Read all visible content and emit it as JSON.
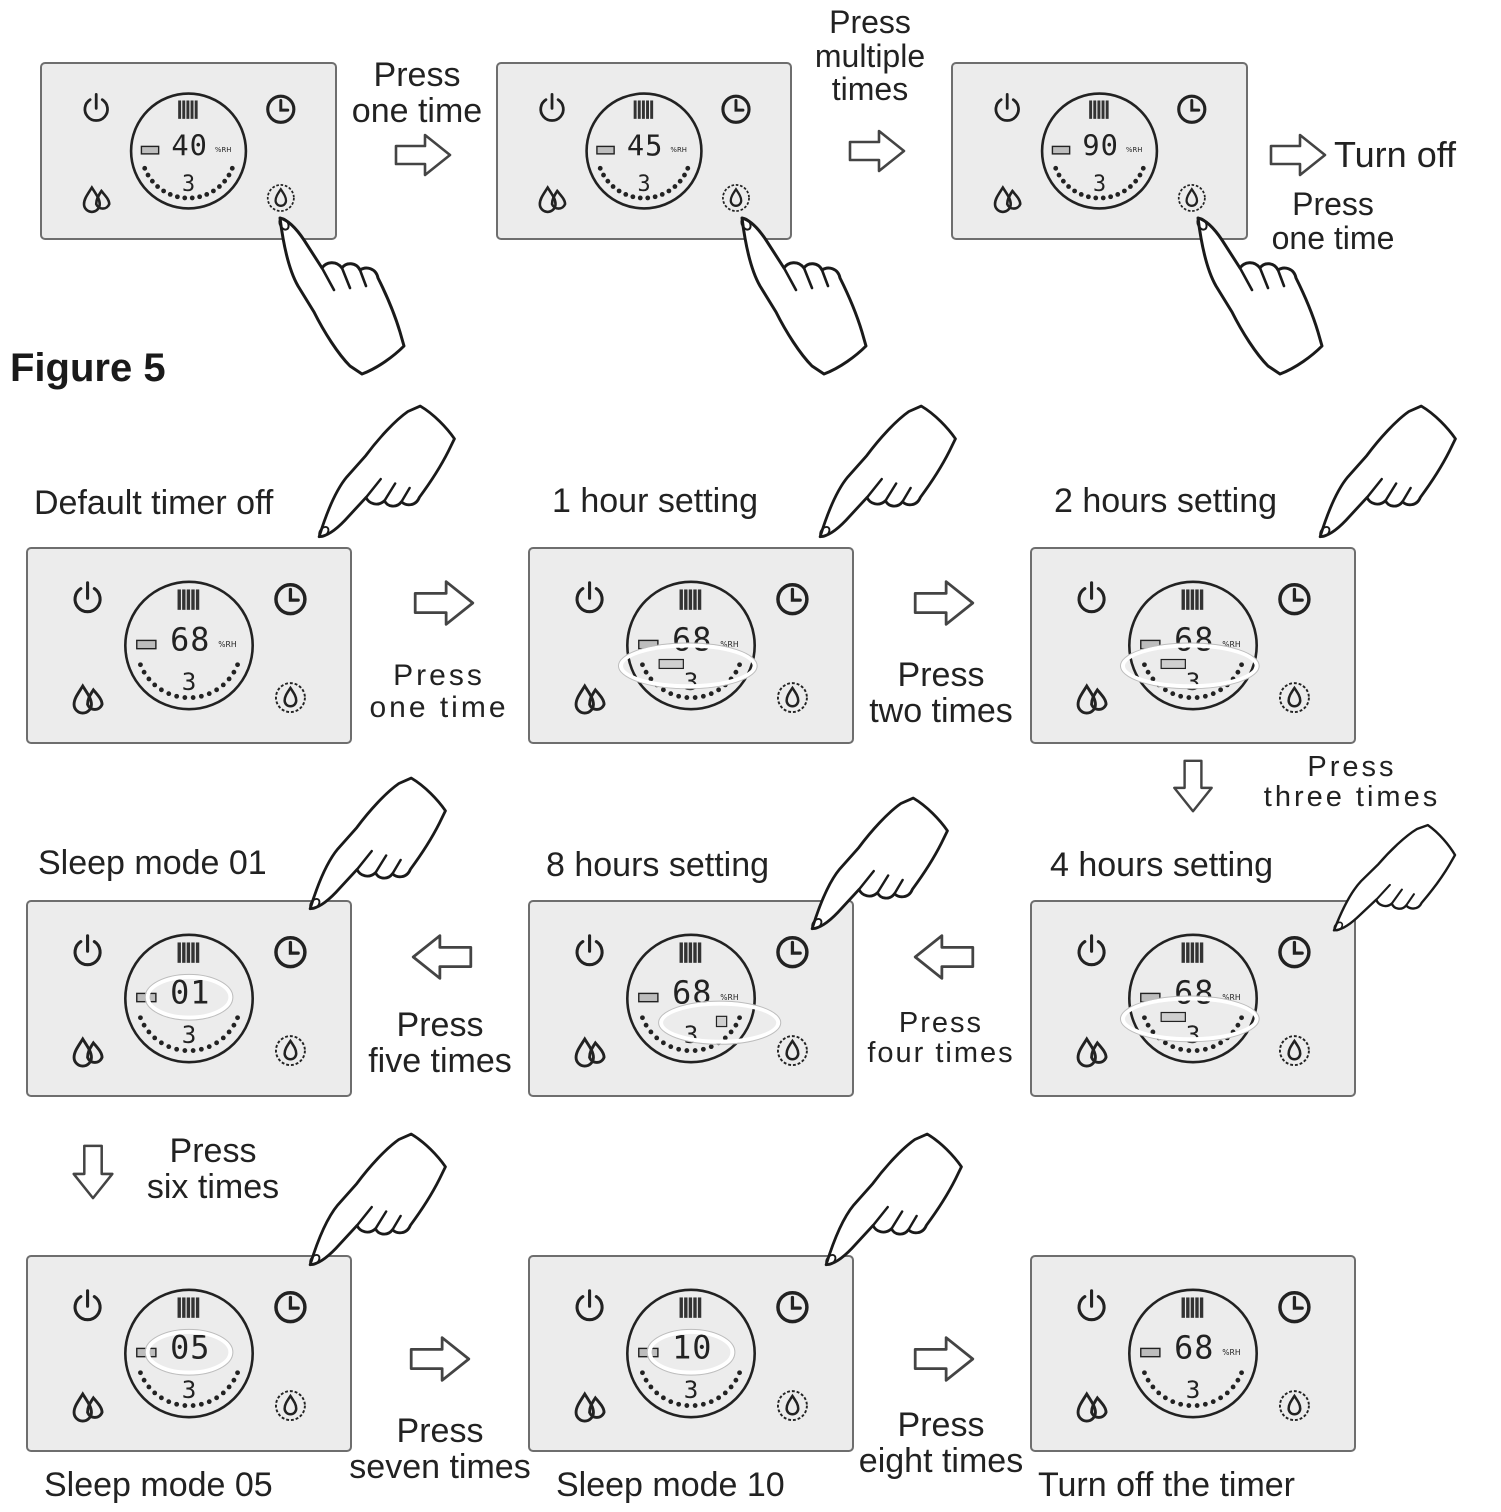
{
  "figure_label": "Figure 5",
  "top_row": {
    "panels": [
      {
        "display_value": "40",
        "speed_value": "3"
      },
      {
        "display_value": "45",
        "speed_value": "3"
      },
      {
        "display_value": "90",
        "speed_value": "3"
      }
    ],
    "labels": {
      "press_one_time_1": [
        "Press",
        "one time"
      ],
      "press_multiple_times": [
        "Press",
        "multiple",
        "times"
      ],
      "turn_off": "Turn off",
      "press_one_time_2": [
        "Press",
        "one time"
      ]
    }
  },
  "timer_sequence": {
    "steps": [
      {
        "title": "Default timer off",
        "display_value": "68",
        "speed_value": "3"
      },
      {
        "title": "1 hour setting",
        "display_value": "68",
        "speed_value": "3"
      },
      {
        "title": "2 hours setting",
        "display_value": "68",
        "speed_value": "3"
      },
      {
        "title": "4 hours setting",
        "display_value": "68",
        "speed_value": "3"
      },
      {
        "title": "8 hours setting",
        "display_value": "68",
        "speed_value": "3"
      },
      {
        "title": "Sleep mode 01",
        "display_value": "01",
        "speed_value": "3"
      },
      {
        "title": "Sleep mode 05",
        "display_value": "05",
        "speed_value": "3"
      },
      {
        "title": "Sleep mode 10",
        "display_value": "10",
        "speed_value": "3"
      },
      {
        "title": "Turn off the timer",
        "display_value": "68",
        "speed_value": "3"
      }
    ],
    "press_labels": {
      "one_time": [
        "Press",
        "one time"
      ],
      "two_times": [
        "Press",
        "two times"
      ],
      "three_times": [
        "Press",
        "three times"
      ],
      "four_times": [
        "Press",
        "four times"
      ],
      "five_times": [
        "Press",
        "five times"
      ],
      "six_times": [
        "Press",
        "six times"
      ],
      "seven_times": [
        "Press",
        "seven times"
      ],
      "eight_times": [
        "Press",
        "eight times"
      ]
    }
  }
}
